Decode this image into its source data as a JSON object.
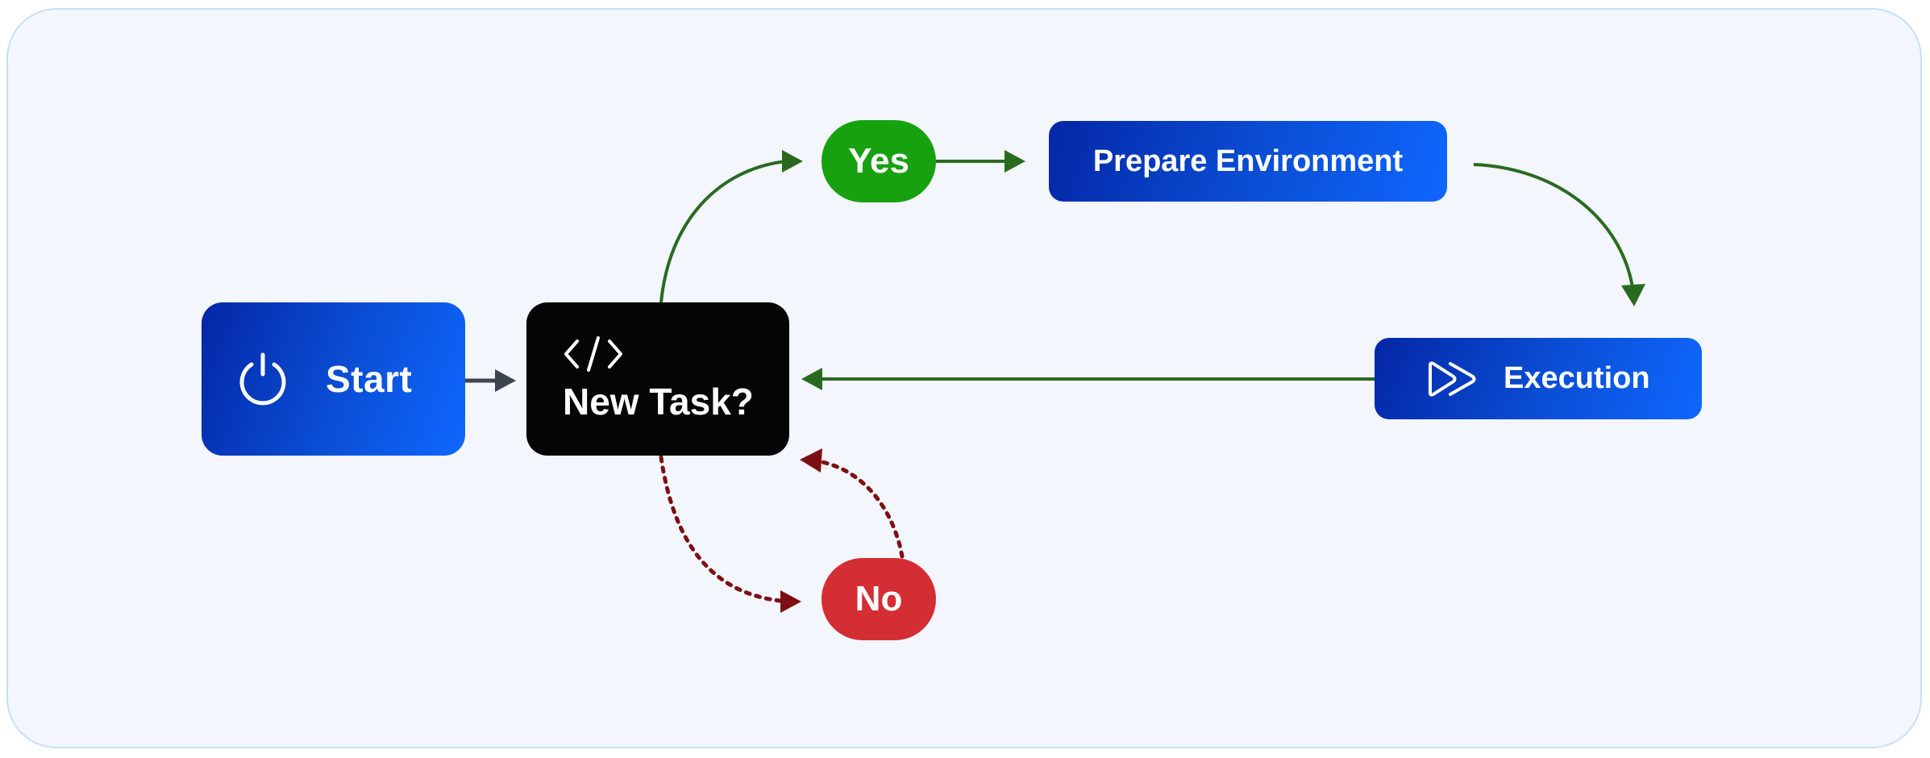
{
  "diagram": {
    "nodes": {
      "start": {
        "label": "Start",
        "icon": "power-icon"
      },
      "decision": {
        "label": "New Task?",
        "icon": "code-icon"
      },
      "yes": {
        "label": "Yes"
      },
      "no": {
        "label": "No"
      },
      "prepare": {
        "label": "Prepare Environment"
      },
      "execution": {
        "label": "Execution",
        "icon": "fast-forward-icon"
      }
    },
    "edges": [
      {
        "from": "start",
        "to": "decision",
        "style": "solid",
        "color": "#3d4450"
      },
      {
        "from": "decision",
        "to": "yes",
        "style": "solid",
        "color": "#2a6a1f"
      },
      {
        "from": "yes",
        "to": "prepare",
        "style": "solid",
        "color": "#2a6a1f"
      },
      {
        "from": "prepare",
        "to": "execution",
        "style": "solid",
        "color": "#2a6a1f"
      },
      {
        "from": "execution",
        "to": "decision",
        "style": "solid",
        "color": "#2a6a1f"
      },
      {
        "from": "decision",
        "to": "no",
        "style": "dotted",
        "color": "#7d0f12"
      },
      {
        "from": "no",
        "to": "decision",
        "style": "dotted",
        "color": "#7d0f12"
      }
    ],
    "colors": {
      "canvas_background": "#f3f6fc",
      "canvas_border": "#c7e1f6",
      "process_gradient_start": "#0427a6",
      "process_gradient_end": "#0f67ff",
      "decision_fill": "#050508",
      "yes_fill": "#17a10f",
      "no_fill": "#d42d33",
      "yes_path": "#2a6a1f",
      "no_path": "#7d0f12",
      "start_arrow": "#3d4450"
    }
  }
}
